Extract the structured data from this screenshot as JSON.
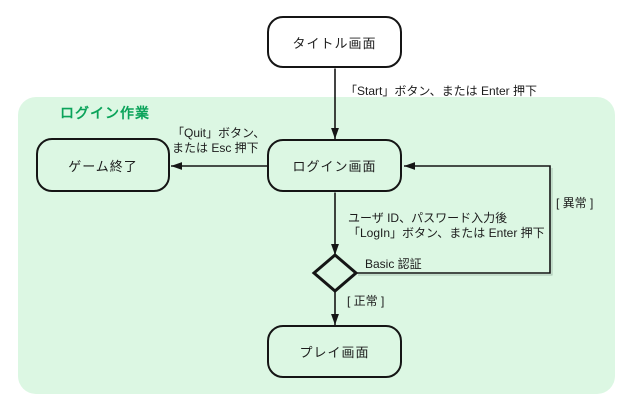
{
  "diagram": {
    "region": {
      "label": "ログイン作業"
    },
    "nodes": {
      "title_screen": "タイトル画面",
      "game_end": "ゲーム終了",
      "login_screen": "ログイン画面",
      "play_screen": "プレイ画面"
    },
    "edges": {
      "start": "「Start」ボタン、または Enter 押下",
      "quit_line1": "「Quit」ボタン、",
      "quit_line2": "または Esc 押下",
      "login_line1": "ユーザ ID、パスワード入力後",
      "login_line2": "「LogIn」ボタン、または Enter 押下",
      "basic_auth": "Basic 認証",
      "normal": "[ 正常 ]",
      "error": "[ 異常 ]"
    },
    "colors": {
      "region_bg": "#dcf7e3",
      "region_label": "#0aa35a",
      "line": "#151515",
      "node_border": "#151515",
      "node_bg_outside": "#ffffff",
      "text": "#1c1c1c"
    }
  }
}
